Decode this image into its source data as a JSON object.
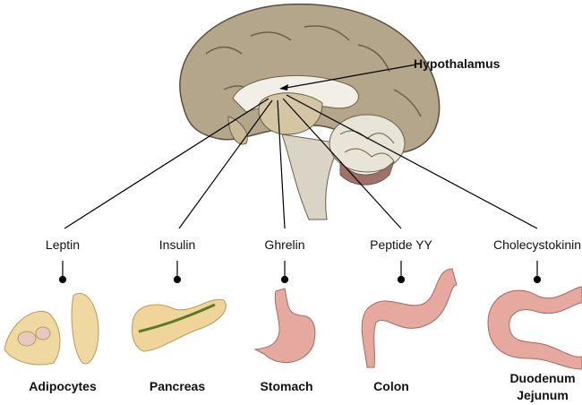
{
  "brain_label": "Hypothalamus",
  "hormones": [
    "Leptin",
    "Insulin",
    "Ghrelin",
    "Peptide YY",
    "Cholecystokinin"
  ],
  "organs": [
    "Adipocytes",
    "Pancreas",
    "Stomach",
    "Colon",
    "Duodenum",
    "Jejunum"
  ],
  "colors": {
    "brain": "#b3a68a",
    "organ_pink": "#e6a9a0",
    "fat": "#f0d9a0",
    "line": "#000000"
  }
}
